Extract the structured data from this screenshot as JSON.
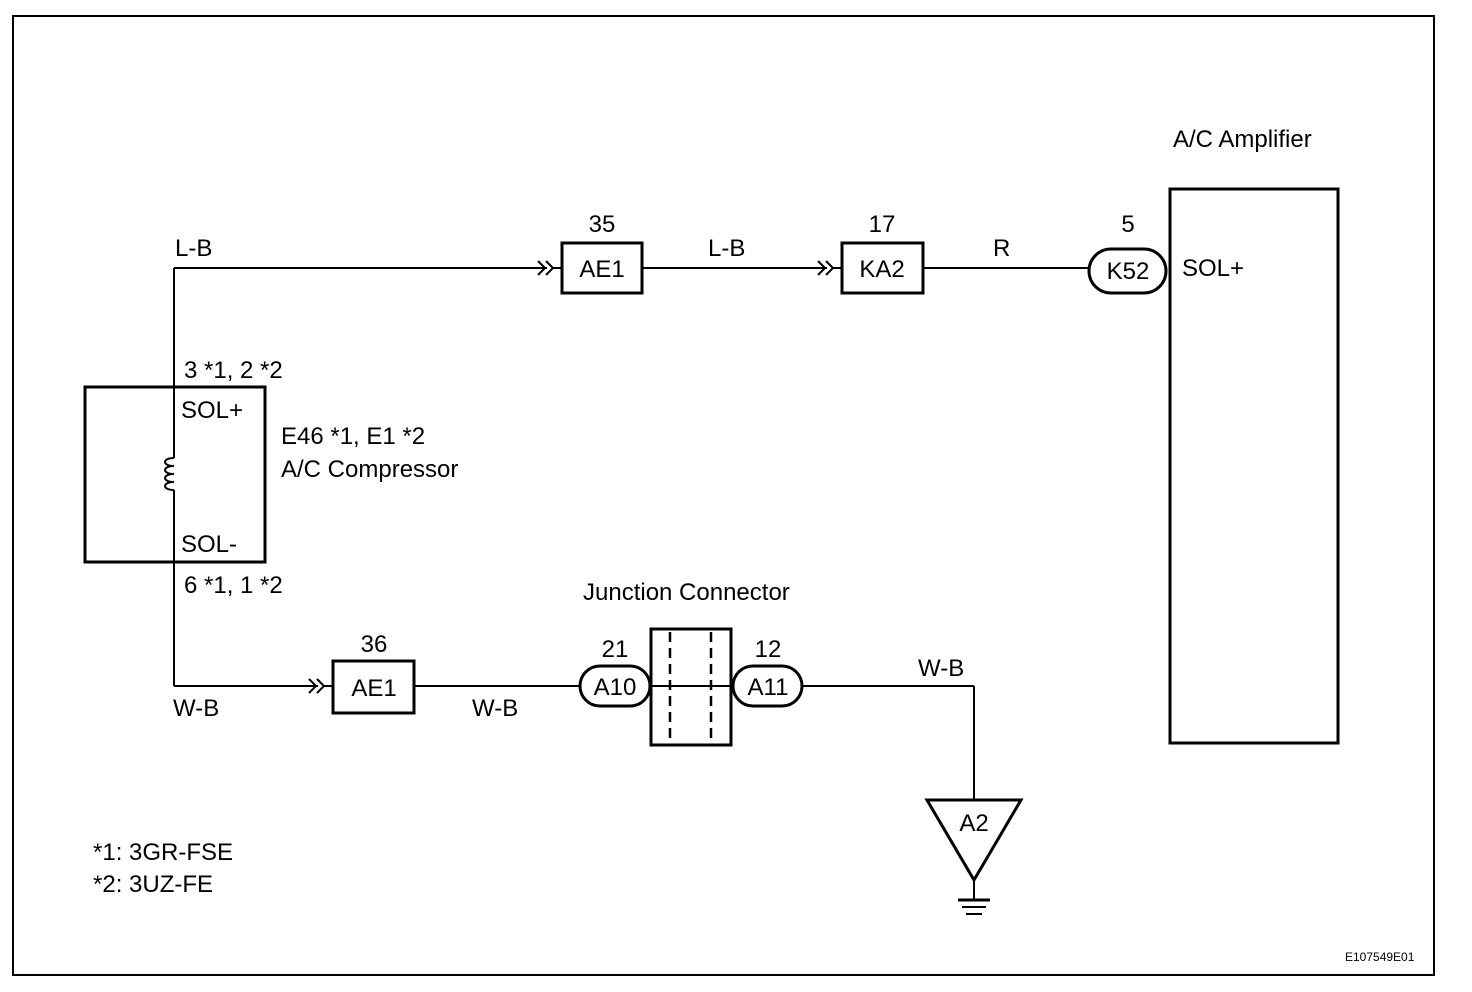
{
  "amplifier": {
    "title": "A/C Amplifier",
    "pin": "5",
    "connector": "K52",
    "terminal": "SOL+"
  },
  "compressor": {
    "connector": "E46 *1, E1 *2",
    "name": "A/C Compressor",
    "top_pin": "3 *1, 2 *2",
    "top_terminal": "SOL+",
    "bottom_pin": "6 *1, 1 *2",
    "bottom_terminal": "SOL-"
  },
  "upper_circuit": {
    "wire_1": "L-B",
    "junction_1": {
      "pin": "35",
      "label": "AE1"
    },
    "wire_2": "L-B",
    "junction_2": {
      "pin": "17",
      "label": "KA2"
    },
    "wire_3": "R"
  },
  "lower_circuit": {
    "wire_1": "W-B",
    "junction_1": {
      "pin": "36",
      "label": "AE1"
    },
    "wire_2": "W-B",
    "junction_connector_title": "Junction Connector",
    "connector_left": {
      "pin": "21",
      "label": "A10"
    },
    "connector_right": {
      "pin": "12",
      "label": "A11"
    },
    "wire_3": "W-B",
    "ground": "A2"
  },
  "notes": [
    "*1: 3GR-FSE",
    "*2: 3UZ-FE"
  ],
  "figure_id": "E107549E01"
}
